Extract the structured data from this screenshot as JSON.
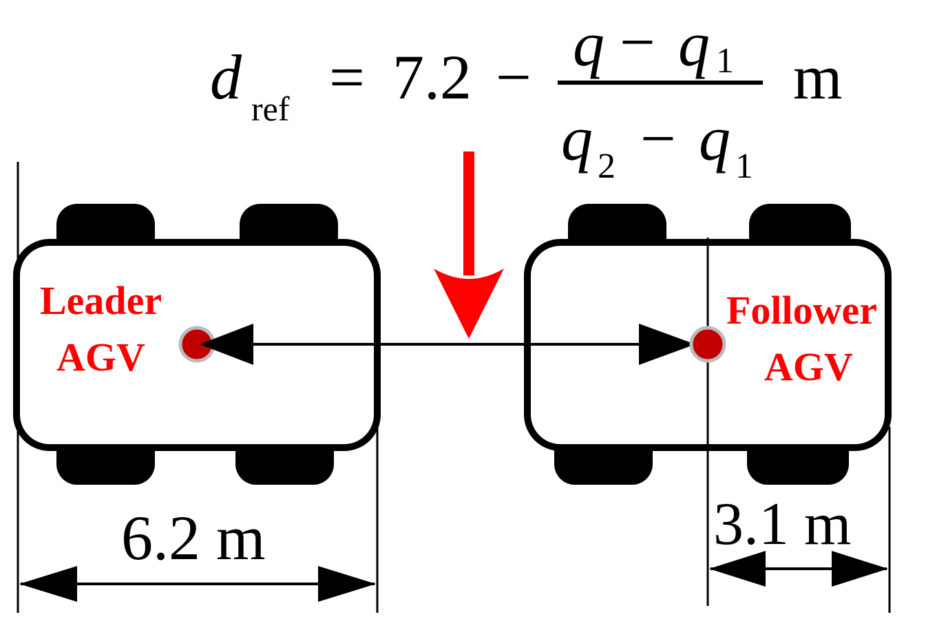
{
  "formula": {
    "lhs_var": "d",
    "lhs_sub": "ref",
    "equals": "=",
    "constant": "7.2",
    "minus": "−",
    "numerator_var": "q",
    "numerator_minus": "−",
    "numerator_var2": "q",
    "numerator_sub2": "1",
    "denominator_var": "q",
    "denominator_sub": "2",
    "denominator_minus": "−",
    "denominator_var2": "q",
    "denominator_sub2": "1",
    "unit": "m"
  },
  "leader": {
    "label_line1": "Leader",
    "label_line2": "AGV"
  },
  "follower": {
    "label_line1": "Follower",
    "label_line2": "AGV"
  },
  "dimensions": {
    "leader_length": "6.2 m",
    "follower_half_length": "3.1 m"
  },
  "colors": {
    "red": "#ff0000",
    "dot": "#c00000",
    "black": "#000000"
  }
}
